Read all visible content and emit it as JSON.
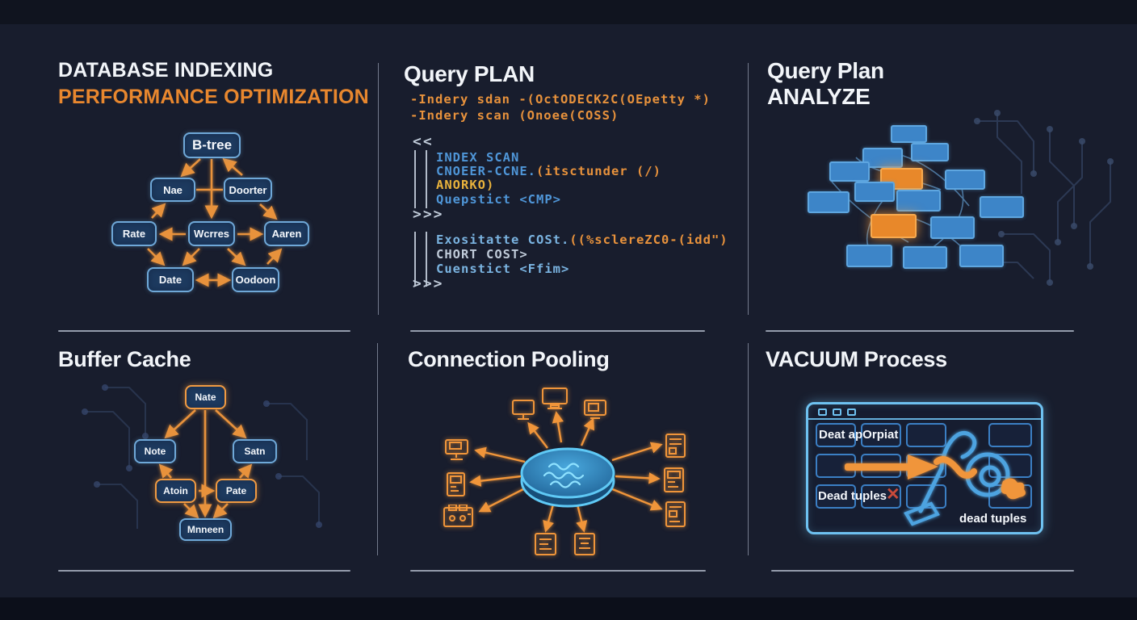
{
  "colors": {
    "background": "#181d2d",
    "accent_orange": "#e8872e",
    "arrow_orange": "#e8923c",
    "node_blue_border": "#6fa8d8",
    "node_fill": "#1d3a5f",
    "analyze_blue": "#3d85c8",
    "analyze_orange": "#e8882a",
    "pool_cyan": "#5fc9f5",
    "window_cyan": "#6ec1f0",
    "divider_gray": "#aab3c3"
  },
  "panel_indexing": {
    "title_line1": "DATABASE INDEXING",
    "title_line2": "PERFORMANCE OPTIMIZATION",
    "btree_nodes": {
      "root": "B-tree",
      "l2a": "Nae",
      "l2b": "Doorter",
      "l3a": "Rate",
      "l3b": "Wcrres",
      "l3c": "Aaren",
      "l4a": "Date",
      "l4b": "Oodoon"
    }
  },
  "panel_query_plan": {
    "title": "Query PLAN",
    "code_top_1": "-Indery sdan -(OctODECK2C(OEpetty *)",
    "code_top_2": "-Indery scan (Onoee(COSS)",
    "open_chevrons": "<<",
    "close_chevrons": ">>>",
    "block1": {
      "line1": "INDEX SCAN",
      "line2a": "CNOEER-CCNE.",
      "line2b": "(itsctunder (/)",
      "line3": "ANORKO)",
      "line4": "Quepstict <CMP>"
    },
    "block2": {
      "line1a": "Exositatte COSt.",
      "line1b": "((%sclereZC0-(idd\")",
      "line2": "CHORT COST>",
      "line3": "Cuenstict <Ffim>"
    }
  },
  "panel_analyze": {
    "title_line1": "Query Plan",
    "title_line2": "ANALYZE"
  },
  "panel_buffer": {
    "title": "Buffer Cache",
    "nodes": {
      "top": "Nate",
      "mid_left": "Note",
      "mid_right": "Satn",
      "low_left": "Atoin",
      "low_right": "Pate",
      "bottom": "Mnneen"
    }
  },
  "panel_pooling": {
    "title": "Connection Pooling"
  },
  "panel_vacuum": {
    "title": "VACUUM Process",
    "cell_label_top": "Deat apOrpiat",
    "cell_label_dead": "Dead tuples",
    "x_mark": "✕",
    "caption": "dead tuples"
  }
}
